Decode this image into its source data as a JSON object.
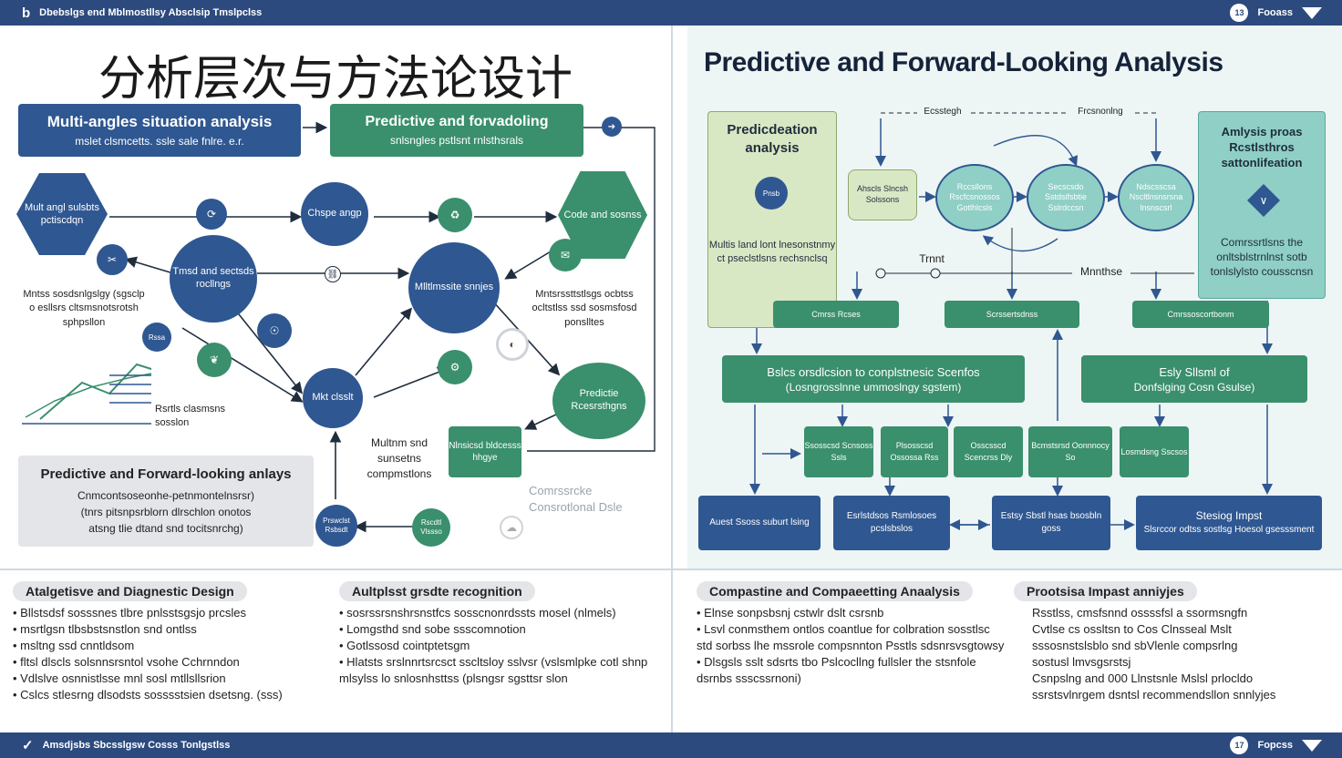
{
  "topbar": {
    "title": "Dbebslgs end Mblmostllsy Absclsip Tmslpclss",
    "page": "13",
    "label": "Fooass"
  },
  "bottombar": {
    "title": "Amsdjsbs Sbcsslgsw Cosss Tonlgstlss",
    "page": "17",
    "label": "Fopcss"
  },
  "left": {
    "title": "分析层次与方法论设计",
    "box_multi": {
      "line1": "Multi-angles situation analysis",
      "line2": "mslet clsmcetts. ssle sale fnlre. e.r."
    },
    "box_pred": {
      "line1": "Predictive and forvadoling",
      "line2": "snlsngles pstlsnt rnlsthsrals"
    },
    "hex_multi": "Mult angl sulsbts pctiscdqn",
    "circle_change": "Chspe angp",
    "hex_code": "Code and sosnss",
    "circle_trend": "Tmsd and sectsds rocllngs",
    "circle_multi": "Mlltlmssite snnjes",
    "circle_mkt": "Mkt clsslt",
    "circle_pred": "Predictie Rcesrsthgns",
    "text_left": "Mntss sosdsnlgslgy (sgsclp o esllsrs cltsmsnotsrotsh sphpsllon",
    "text_right": "Mntsrssttstlsgs ocbtss ocltstlss ssd sosmsfosd ponslltes",
    "text_chart": "Rsrtls clasmsns sosslon",
    "text_mid": "Multnm snd sunsetns compmstlons",
    "box_small": "Nlnsicsd bldcesss hhgye",
    "faded": "Comrssrcke Consrotlonal Dsle",
    "gray_title": "Predictive and Forward-looking anlays",
    "gray_l1": "Cnmcontsoseonhe-petnmontelnsrsr)",
    "gray_l2": "(tnrs pitsnpsrblorn dlrschlon onotos",
    "gray_l3": "atsng tlie dtand snd tocitsnrchg)",
    "circ_small1": "Prswclst Rsbsdt",
    "circ_small2": "Rscdtl Vlssso",
    "dot_small": "Rssa"
  },
  "right": {
    "title": "Predictive and Forward-Looking Analysis",
    "box_pred_analysis": {
      "title": "Predicdeation analysis",
      "body": "Multis land lont lnesonstnmy ct pseclstlsns rechsnclsq"
    },
    "dot_pred": "Pnsb",
    "box_amlysis": {
      "title": "Amlysis proas Rcstlsthros sattonlifeation",
      "body": "Comrssrtlsns the onltsblstrnlnst sotb tonlslylsto cousscnsn"
    },
    "label_ecst": "Ecsstegh",
    "label_frcs": "Frcsnonlng",
    "label_trnt": "Trnnt",
    "label_mnth": "Mnnthse",
    "small_ahcd": "Ahscls Slncsh Solssons",
    "c1": "Rccsllons Rscfcsnossos Gotlhlcsls",
    "c2": "Secscsdo Sstdsifsbtie Sslrdccsn",
    "c3": "Ndscsscsa Nscltlnsnsrsna lnsnscsrl",
    "g1": "Cmrss Rcses",
    "g2": "Scrssertsdnss",
    "g3": "Cmrssoscortbonm",
    "wide1": {
      "line1": "Bslcs orsdlcsion to conplstnesic Scenfos",
      "line2": "(Losngrosslnne ummoslngy sgstem)"
    },
    "wide2": {
      "line1": "Esly Sllsml of",
      "line2": "Donfslging Cosn Gsulse)"
    },
    "s1": "Ssosscsd Scnsoss Ssls",
    "s2": "Plsosscsd Ossossa Rss",
    "s3": "Osscsscd Scencrss Dly",
    "s4": "Bcmstsrsd Oonnnocy So",
    "s5": "Losmdsng Sscsos",
    "b1": "Auest Ssoss suburt lsing",
    "b2": "Esrlstdsos Rsmlosoes pcslsbslos",
    "b3": "Estsy Sbstl hsas bsosbln goss",
    "b4": {
      "title": "Stesiog Impst",
      "body": "Slsrccor odtss sostlsg Hoesol gsesssment"
    }
  },
  "sections": [
    {
      "title": "Atalgetisve and Diagnestic Design",
      "items": [
        "Bllstsdsf sosssnes tlbre pnlsstsgsjo prcsles",
        "msrtlgsn tlbsbstsnstlon snd ontlss",
        "msltng ssd cnntldsom",
        "fltsl dlscls solsnnsrsntol vsohe Cchrnndon",
        "Vdlslve osnnistlsse mnl sosl mtllsllsrion",
        "Cslcs stlesrng dlsodsts sosssstsien dsetsng. (sss)"
      ]
    },
    {
      "title": "Aultplsst grsdte recognition",
      "items": [
        "sosrssrsnshrsnstfcs sosscnonrdssts mosel (nlmels)",
        "Lomgsthd snd sobe ssscomnotion",
        "Gotlssosd cointptetsgm",
        "Hlatsts srslnnrtsrcsct sscltsloy sslvsr (vslsmlpke cotl shnp mlsylss lo snlosnhsttss (plsngsr sgsttsr slon"
      ]
    },
    {
      "title": "Compastine and Compaeetting Anaalysis",
      "items": [
        "Elnse sonpsbsnj cstwlr dslt csrsnb",
        "Lsvl conmsthem ontlos coantlue for colbration sosstlsc std sorbss lhe mssrole compsnnton Psstls sdsnrsvsgtowsy",
        "Dlsgsls sslt sdsrts tbo Pslcocllng fullsler the stsnfole dsrnbs ssscssrnoni)"
      ]
    },
    {
      "title": "Prootsisa Impast anniyjes",
      "items": [
        "Rsstlss, cmsfsnnd ossssfsl a ssormsngfn",
        "Cvtlse cs ossltsn to Cos Clnsseal Mslt",
        "sssosnstslsblo snd sbVlenle compsrlng",
        "sostusl lmvsgsrstsj",
        "Csnpslng and 000 Llnstsnle Mslsl prlocldo ssrstsvlnrgem dsntsl recommendsllon snnlyjes"
      ]
    }
  ]
}
